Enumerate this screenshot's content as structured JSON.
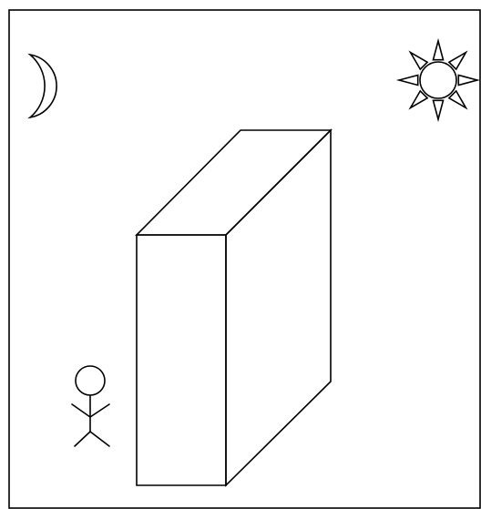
{
  "scene": {
    "elements": [
      {
        "name": "frame",
        "icon": "rectangle-border"
      },
      {
        "name": "moon-icon",
        "icon": "crescent-moon"
      },
      {
        "name": "sun-icon",
        "icon": "sun-with-triangular-rays"
      },
      {
        "name": "box-block",
        "icon": "3d-rectangular-block"
      },
      {
        "name": "stick-figure",
        "icon": "person"
      }
    ],
    "colors": {
      "background": "#ffffff",
      "stroke": "#000000"
    },
    "sun": {
      "ray_count": 8
    }
  }
}
